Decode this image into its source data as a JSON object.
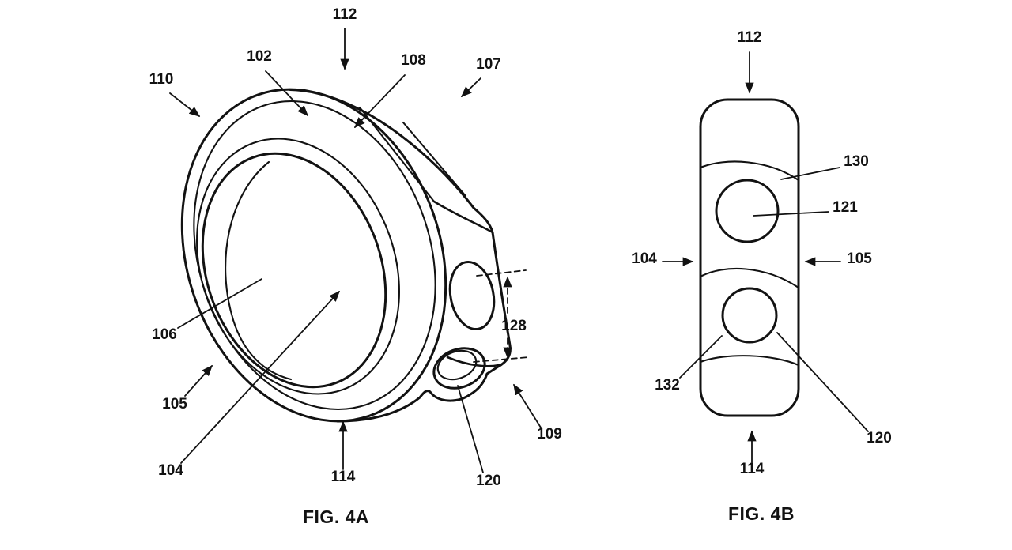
{
  "page": {
    "background": "#ffffff",
    "ink": "#121212"
  },
  "fig4a": {
    "caption": "FIG. 4A",
    "labels": {
      "n110": "110",
      "n102": "102",
      "n112": "112",
      "n108": "108",
      "n107": "107",
      "n106": "106",
      "n105": "105",
      "n104": "104",
      "n114": "114",
      "n120": "120",
      "n109": "109",
      "n128": "128"
    }
  },
  "fig4b": {
    "caption": "FIG. 4B",
    "labels": {
      "n112": "112",
      "n130": "130",
      "n121": "121",
      "n104": "104",
      "n105": "105",
      "n132": "132",
      "n120": "120",
      "n114": "114"
    }
  }
}
